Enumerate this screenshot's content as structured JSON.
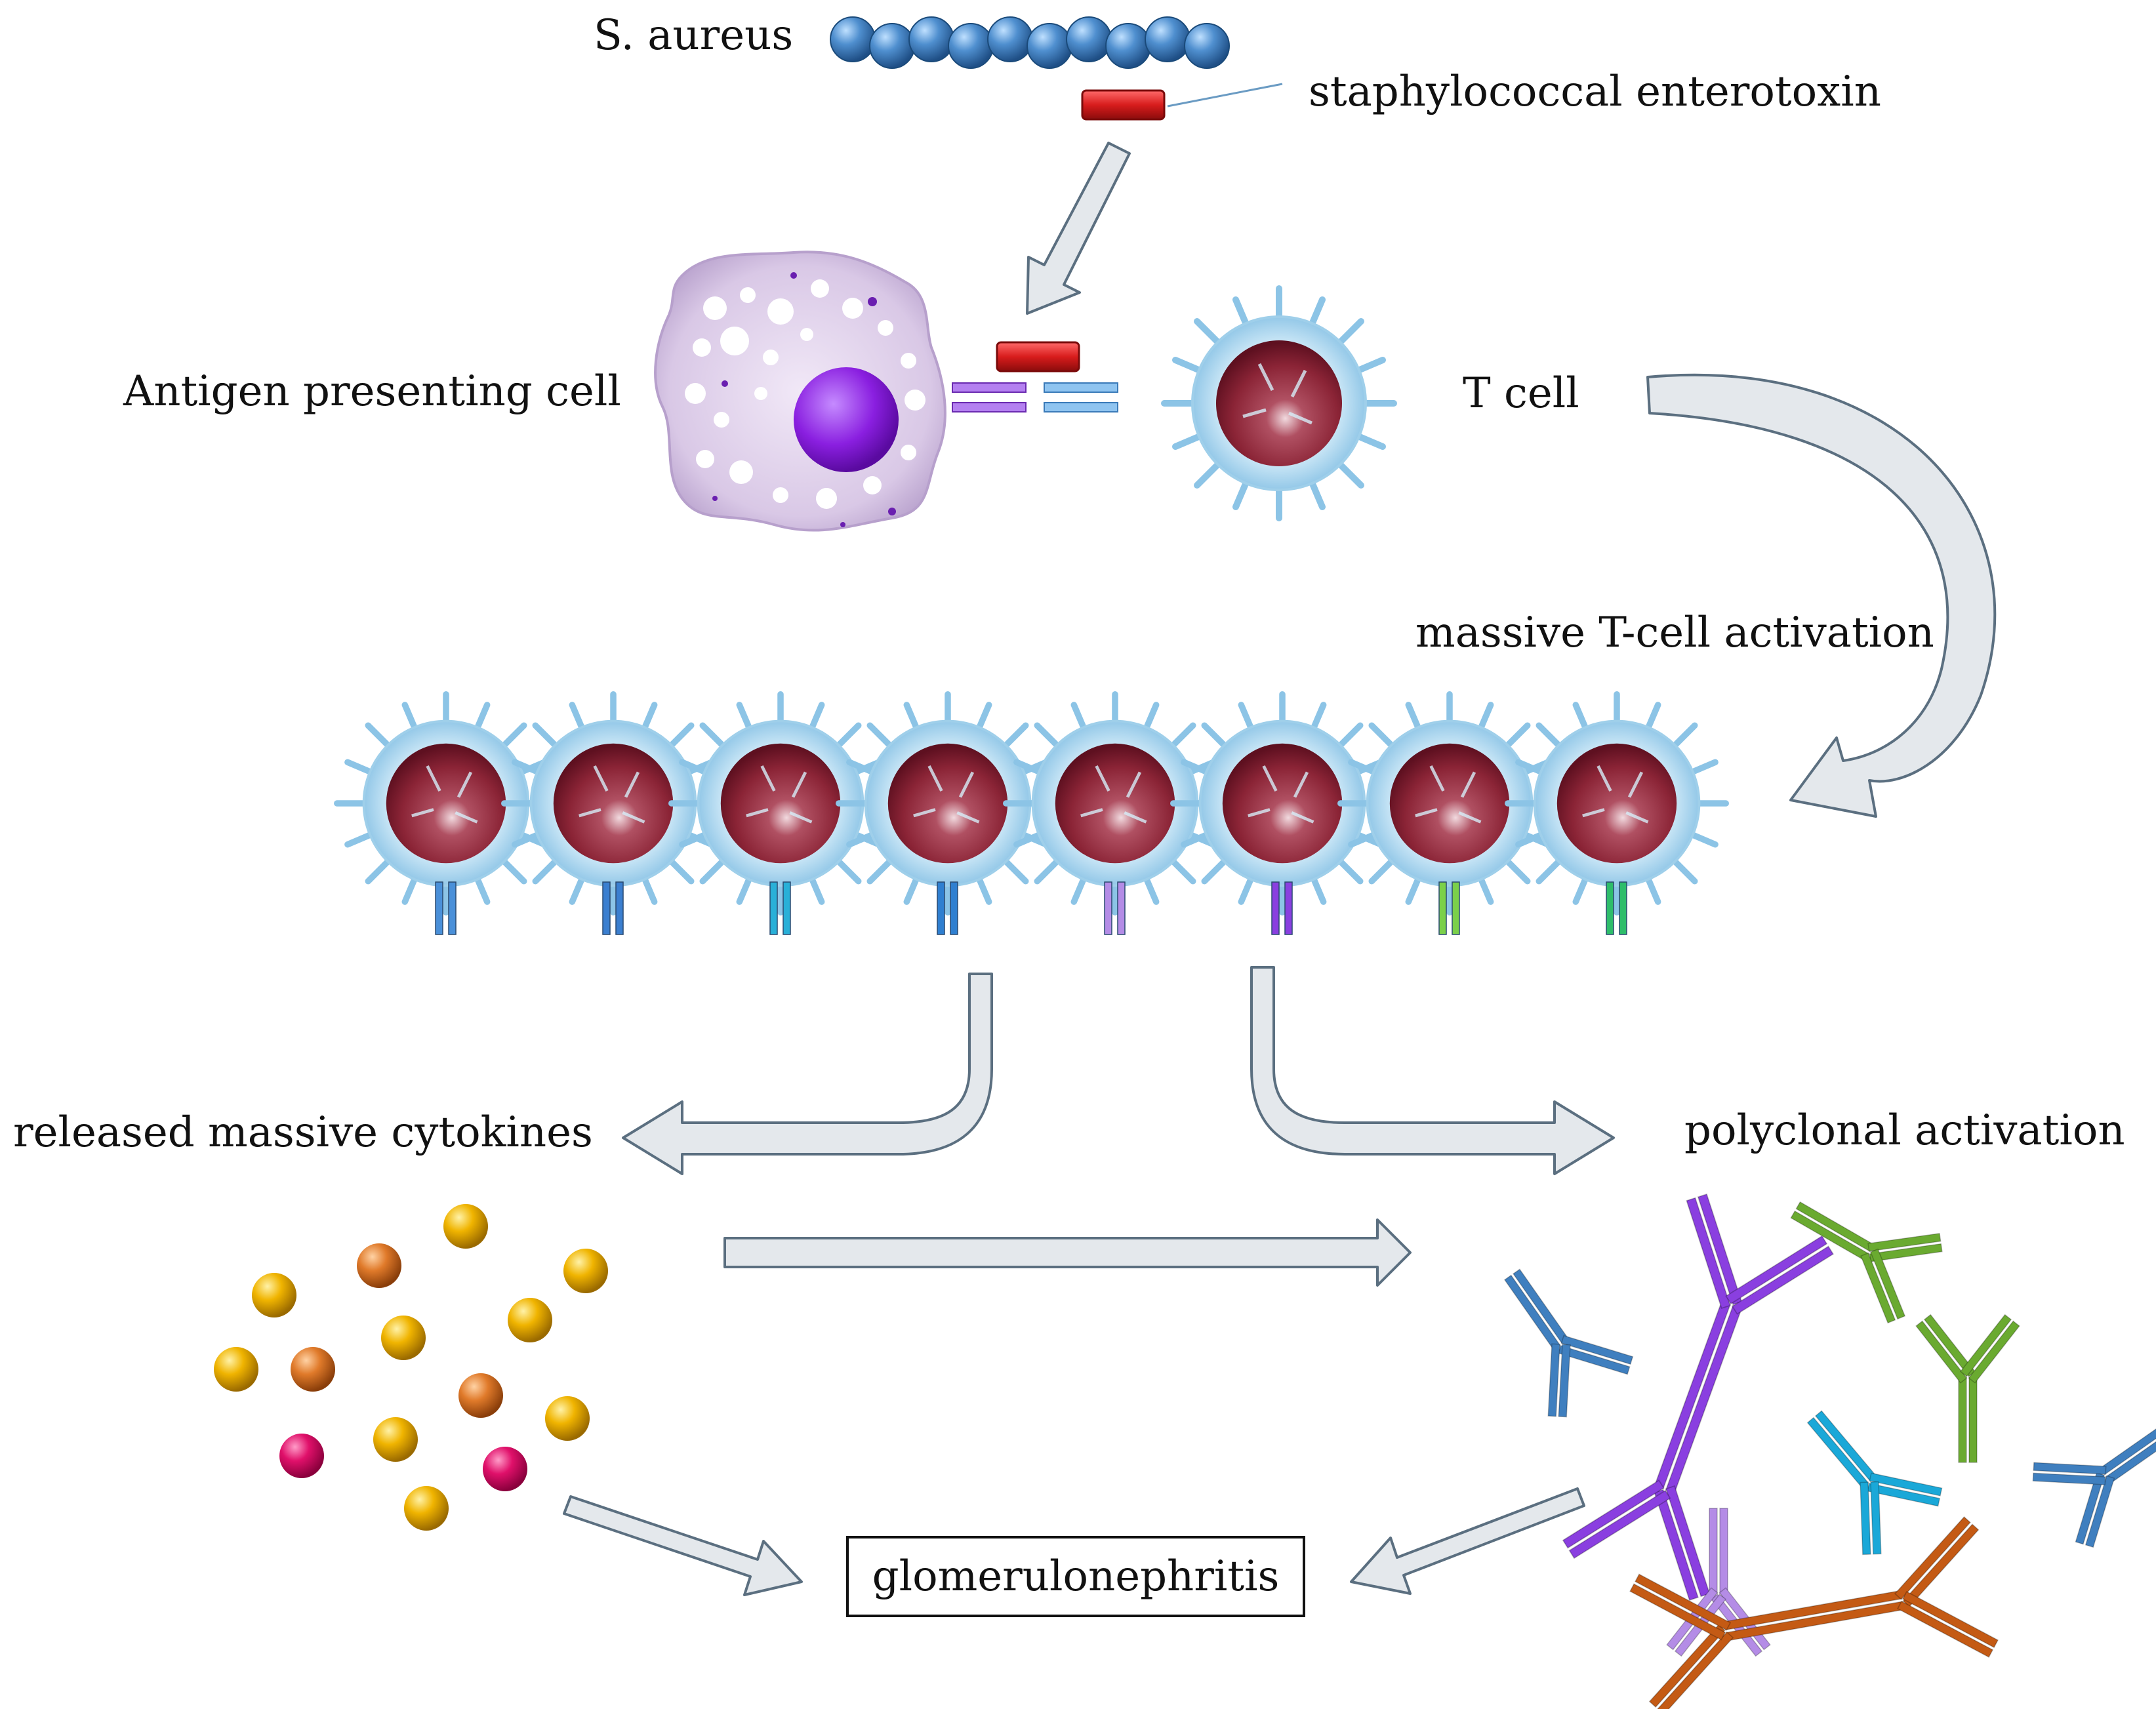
{
  "labels": {
    "bacterium": "S. aureus",
    "toxin": "staphylococcal enterotoxin",
    "apc": "Antigen presenting cell",
    "tcell": "T cell",
    "activation": "massive T-cell activation",
    "cytokines": "released massive cytokines",
    "polyclonal": "polyclonal activation",
    "outcome": "glomerulonephritis"
  },
  "colors": {
    "bacteria": "#3f7fbf",
    "toxin": "#d81c1c",
    "apc_body": "#d9c8e6",
    "apc_nucleus": "#8a1fe0",
    "tcell_halo": "#b9dcf0",
    "tcell_nucleus": "#8b2436",
    "arrow_fill": "#e4e8ec",
    "arrow_stroke": "#5b6f80",
    "receptors": [
      "#4a90d9",
      "#3b7fd0",
      "#29b0d8",
      "#2f7fd0",
      "#b48ce6",
      "#8a3fe0",
      "#7bd04a",
      "#2ebd6a"
    ],
    "cytokine_gold": "#f0b400",
    "cytokine_orange": "#e07a2a",
    "cytokine_pink": "#e0106a",
    "antibodies": [
      "#3f7fbf",
      "#8a3fe0",
      "#6aaa30",
      "#6aaa30",
      "#3f7fbf",
      "#1aa8d8",
      "#b48ce6",
      "#c45a14"
    ]
  }
}
